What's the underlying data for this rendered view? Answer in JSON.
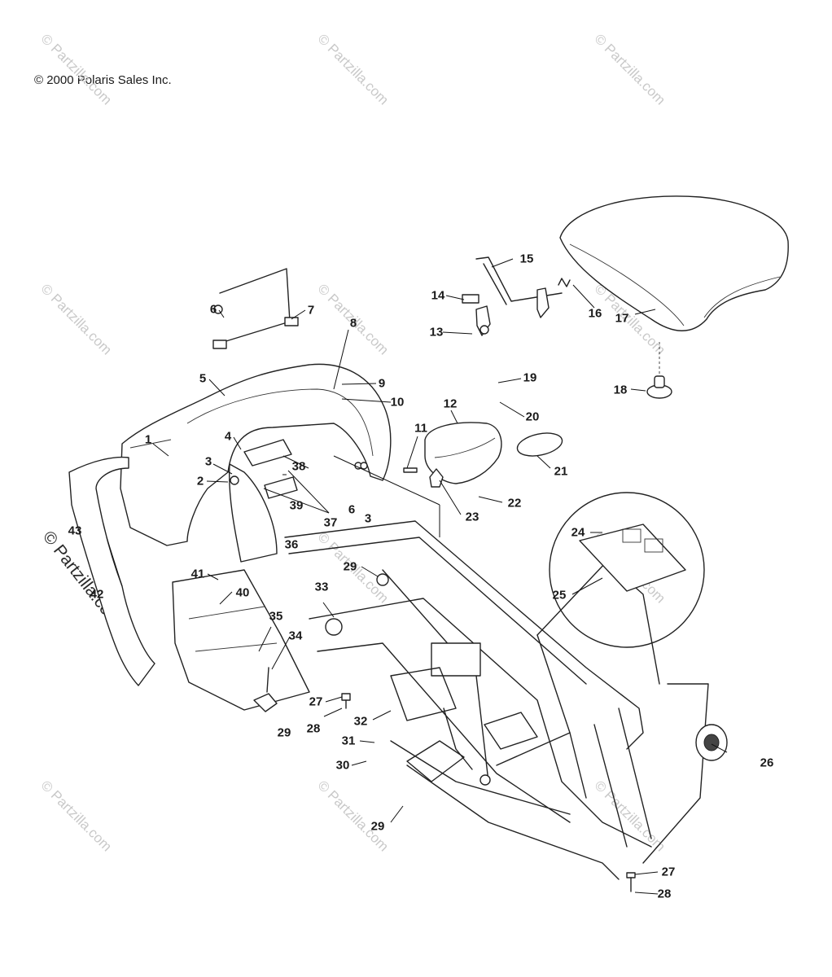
{
  "copyright": "© 2000 Polaris Sales Inc.",
  "watermark": {
    "text": "© Partzilla.com",
    "color": "#c9c9c9"
  },
  "callouts": [
    "1",
    "2",
    "3",
    "4",
    "5",
    "6",
    "7",
    "8",
    "9",
    "10",
    "11",
    "12",
    "13",
    "14",
    "15",
    "16",
    "17",
    "18",
    "19",
    "20",
    "21",
    "22",
    "23",
    "24",
    "25",
    "26",
    "27",
    "28",
    "29",
    "30",
    "31",
    "32",
    "33",
    "34",
    "35",
    "36",
    "37",
    "38",
    "39",
    "40",
    "41",
    "42",
    "43"
  ],
  "extra_callouts": {
    "6": "6",
    "3": "3",
    "29a": "29",
    "29b": "29",
    "27": "27",
    "28": "28"
  }
}
